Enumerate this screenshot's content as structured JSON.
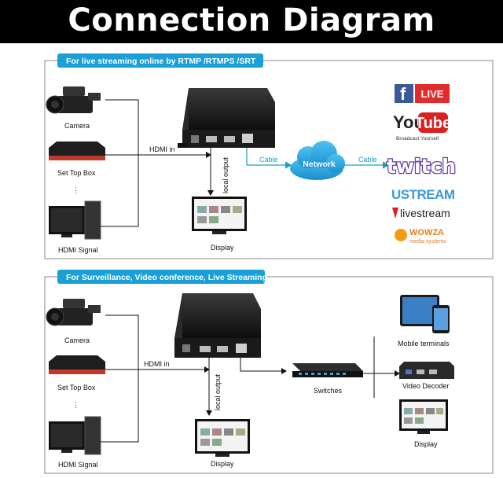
{
  "title": "Connection Diagram",
  "panel1": {
    "tag": "For live streaming online by RTMP /RTMPS /SRT",
    "sources": [
      "Camera",
      "Set Top Box",
      "HDMI Signal"
    ],
    "hdmi_in": "HDMI in",
    "local_output": "local output",
    "display": "Display",
    "cable_left": "Cable",
    "cable_right": "Cable",
    "network": "Network",
    "platforms": {
      "facebook_live": "LIVE",
      "youtube_you": "You",
      "youtube_tube": "Tube",
      "youtube_sub": "Broadcast Yourself",
      "twitch": "twitch",
      "ustream": "USTREAM",
      "livestream": "livestream",
      "wowza": "WOWZA",
      "wowza_sub": "media systems"
    }
  },
  "panel2": {
    "tag": "For Surveillance, Video conference, Live Streaming",
    "sources": [
      "Camera",
      "Set Top Box",
      "HDMI Signal"
    ],
    "hdmi_in": "HDMI in",
    "local_output": "local output",
    "display": "Display",
    "switches": "Switches",
    "outputs": [
      "Mobile terminals",
      "Video Decoder",
      "Display"
    ]
  },
  "colors": {
    "accent": "#1aa0c8",
    "tag_bg": "#1aa0d6",
    "header_bg": "#000000"
  }
}
